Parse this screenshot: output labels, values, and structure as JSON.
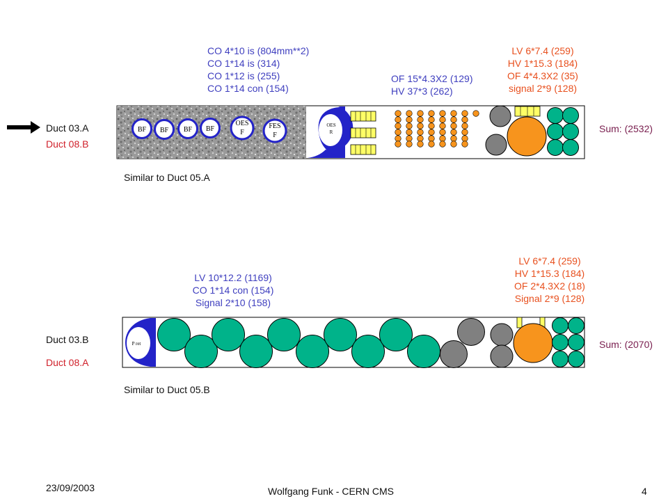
{
  "colors": {
    "blue_text": "#3f3fbf",
    "orange_text": "#e8501e",
    "red_text": "#d0202a",
    "sum_text": "#7a2050",
    "green_cable": "#00b38a",
    "orange_cable": "#f7941d",
    "gray_cable": "#808080",
    "yellow_cable": "#ffff66",
    "blue_fiber": "#2323c8"
  },
  "duct_a": {
    "label_primary": "Duct 03.A",
    "label_secondary": "Duct 08.B",
    "similar": "Similar to Duct 05.A",
    "sum": "Sum: (2532)",
    "co_lines": [
      "CO 4*10 is (804mm**2)",
      "CO 1*14 is (314)",
      "CO 1*12 is (255)",
      "CO 1*14 con (154)"
    ],
    "of_lines": [
      "OF 15*4.3X2 (129)",
      "HV 37*3 (262)"
    ],
    "lv_lines": [
      "LV  6*7.4 (259)",
      "HV 1*15.3 (184)",
      "OF 4*4.3X2 (35)",
      "signal 2*9 (128)"
    ],
    "bf_labels": [
      "BF",
      "BF",
      "BF",
      "BF"
    ],
    "oesf_label": [
      "OES",
      "F"
    ],
    "fesf_label": [
      "FES",
      "F"
    ],
    "oesr_label": [
      "OES",
      "R"
    ]
  },
  "duct_b": {
    "label_primary": "Duct 03.B",
    "label_secondary": "Duct 08.A",
    "similar": "Similar to Duct 05.B",
    "sum": "Sum: (2070)",
    "lv_left_lines": [
      "LV 10*12.2 (1169)",
      "CO 1*14 con (154)",
      "Signal 2*10 (158)"
    ],
    "lv_right_lines": [
      "LV  6*7.4 (259)",
      "HV 1*15.3 (184)",
      "OF 2*4.3X2 (18)",
      "Signal 2*9 (128)"
    ],
    "pret_label": "P ret"
  },
  "footer": {
    "date": "23/09/2003",
    "author": "Wolfgang Funk - CERN  CMS",
    "page": "4"
  },
  "icons": {
    "arrow": "right-arrow-icon"
  }
}
